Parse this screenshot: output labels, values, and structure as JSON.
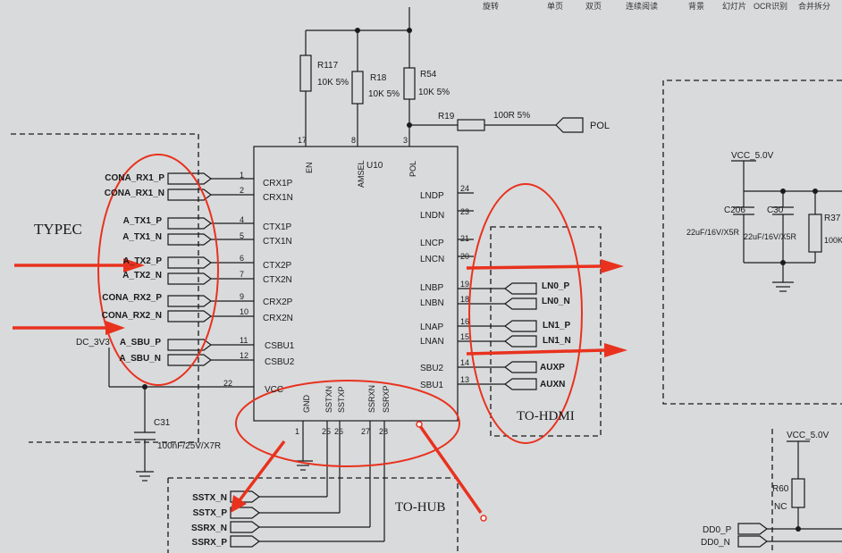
{
  "toolbar": {
    "items": [
      "旋转",
      "单页",
      "双页",
      "连续阅读",
      "背景",
      "幻灯片",
      "OCR识别",
      "合并拆分"
    ]
  },
  "schematic": {
    "chip": {
      "ref": "U10",
      "top_pins": [
        {
          "num": "17",
          "name": "EN"
        },
        {
          "num": "8",
          "name": "AMSEL"
        },
        {
          "num": "3",
          "name": "POL"
        }
      ],
      "left_pins": [
        {
          "num": "1",
          "name": "CRX1P"
        },
        {
          "num": "2",
          "name": "CRX1N"
        },
        {
          "num": "4",
          "name": "CTX1P"
        },
        {
          "num": "5",
          "name": "CTX1N"
        },
        {
          "num": "6",
          "name": "CTX2P"
        },
        {
          "num": "7",
          "name": "CTX2N"
        },
        {
          "num": "9",
          "name": "CRX2P"
        },
        {
          "num": "10",
          "name": "CRX2N"
        },
        {
          "num": "11",
          "name": "CSBU1"
        },
        {
          "num": "12",
          "name": "CSBU2"
        },
        {
          "num": "22",
          "name": "VCC"
        }
      ],
      "right_pins": [
        {
          "num": "24",
          "name": "LNDP"
        },
        {
          "num": "23",
          "name": "LNDN"
        },
        {
          "num": "21",
          "name": "LNCP"
        },
        {
          "num": "20",
          "name": "LNCN"
        },
        {
          "num": "19",
          "name": "LNBP"
        },
        {
          "num": "18",
          "name": "LNBN"
        },
        {
          "num": "16",
          "name": "LNAP"
        },
        {
          "num": "15",
          "name": "LNAN"
        },
        {
          "num": "14",
          "name": "SBU2"
        },
        {
          "num": "13",
          "name": "SBU1"
        }
      ],
      "bottom_pins": [
        {
          "num": "1",
          "name": "GND"
        },
        {
          "num": "25",
          "name": "SSTXN"
        },
        {
          "num": "26",
          "name": "SSTXP"
        },
        {
          "num": "27",
          "name": "SSRXN"
        },
        {
          "num": "28",
          "name": "SSRXP"
        }
      ]
    },
    "left_nets": [
      "CONA_RX1_P",
      "CONA_RX1_N",
      "A_TX1_P",
      "A_TX1_N",
      "A_TX2_P",
      "A_TX2_N",
      "CONA_RX2_P",
      "CONA_RX2_N",
      "A_SBU_P",
      "A_SBU_N"
    ],
    "right_nets": [
      "LN0_P",
      "LN0_N",
      "LN1_P",
      "LN1_N",
      "AUXP",
      "AUXN"
    ],
    "hub_nets": [
      "SSTX_N",
      "SSTX_P",
      "SSRX_N",
      "SSRX_P"
    ],
    "resistors": [
      {
        "ref": "R117",
        "value": "10K 5%"
      },
      {
        "ref": "R18",
        "value": "10K 5%"
      },
      {
        "ref": "R54",
        "value": "10K 5%"
      },
      {
        "ref": "R19",
        "value": "100R 5%"
      }
    ],
    "pol_label": "POL",
    "dc_label": "DC_3V3",
    "c31_ref": "C31",
    "c31_value": "100nF/25V/X7R",
    "group_labels": {
      "typec": "TYPEC",
      "hdmi": "TO-HDMI",
      "hub": "TO-HUB"
    },
    "right_panel": {
      "vcc_top": "VCC_5.0V",
      "c206_ref": "C206",
      "c206_value": "22uF/16V/X5R",
      "c30_ref": "C30",
      "c30_value": "22uF/16V/X5R",
      "r37_ref": "R37",
      "r37_value": "100K",
      "vcc_bottom": "VCC_5.0V",
      "r60_ref": "R60",
      "r60_value": "NC",
      "dd_nets": [
        "DD0_P",
        "DD0_N"
      ]
    }
  },
  "colors": {
    "annotation": "#e8321e",
    "ink": "#1a1a1a",
    "paper": "#d9dadc"
  }
}
